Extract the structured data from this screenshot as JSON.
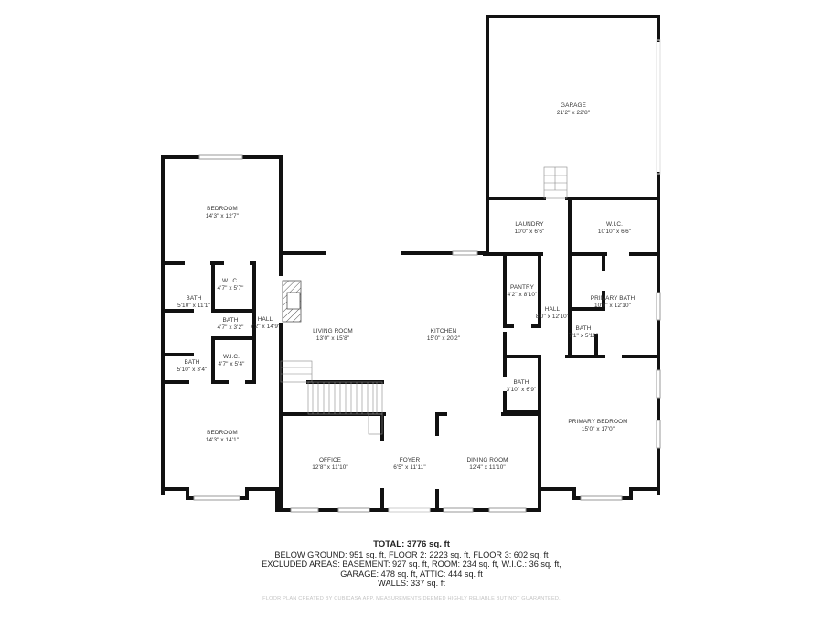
{
  "rooms": {
    "garage": {
      "name": "GARAGE",
      "dims": "21'2\" x 22'8\""
    },
    "laundry": {
      "name": "LAUNDRY",
      "dims": "10'0\" x 6'6\""
    },
    "wic_primary": {
      "name": "W.I.C.",
      "dims": "10'10\" x 6'6\""
    },
    "pantry": {
      "name": "PANTRY",
      "dims": "4'2\" x 8'10\""
    },
    "hall_east": {
      "name": "HALL",
      "dims": "8'0\" x 12'10\""
    },
    "primary_bath": {
      "name": "PRIMARY BATH",
      "dims": "10'0\" x 12'10\""
    },
    "bath_primary_small": {
      "name": "BATH",
      "dims": "7'1\" x 5'11\""
    },
    "bath_east": {
      "name": "BATH",
      "dims": "3'10\" x 6'9\""
    },
    "primary_bedroom": {
      "name": "PRIMARY BEDROOM",
      "dims": "15'0\" x 17'0\""
    },
    "living_room": {
      "name": "LIVING ROOM",
      "dims": "13'0\" x 15'8\""
    },
    "kitchen": {
      "name": "KITCHEN",
      "dims": "15'0\" x 20'2\""
    },
    "office": {
      "name": "OFFICE",
      "dims": "12'8\" x 11'10\""
    },
    "foyer": {
      "name": "FOYER",
      "dims": "6'5\" x 11'11\""
    },
    "dining_room": {
      "name": "DINING ROOM",
      "dims": "12'4\" x 11'10\""
    },
    "bedroom_north": {
      "name": "BEDROOM",
      "dims": "14'3\" x 12'7\""
    },
    "bedroom_south": {
      "name": "BEDROOM",
      "dims": "14'3\" x 14'1\""
    },
    "wic_north": {
      "name": "W.I.C.",
      "dims": "4'7\" x 5'7\""
    },
    "wic_south": {
      "name": "W.I.C.",
      "dims": "4'7\" x 5'4\""
    },
    "bath_west_large": {
      "name": "BATH",
      "dims": "5'10\" x 11'1\""
    },
    "bath_west_mid": {
      "name": "BATH",
      "dims": "4'7\" x 3'2\""
    },
    "bath_west_small": {
      "name": "BATH",
      "dims": "5'10\" x 3'4\""
    },
    "hall_west": {
      "name": "HALL",
      "dims": "7'2\" x 14'9\""
    }
  },
  "summary": {
    "total": "TOTAL: 3776 sq. ft",
    "line1": "BELOW GROUND: 951 sq. ft, FLOOR 2: 2223 sq. ft, FLOOR 3: 602 sq. ft",
    "line2": "EXCLUDED AREAS: BASEMENT: 927 sq. ft, ROOM: 234 sq. ft, W.I.C.: 36 sq. ft,",
    "line3": "GARAGE: 478 sq. ft, ATTIC: 444 sq. ft",
    "line4": "WALLS: 337 sq. ft"
  },
  "disclaimer": "FLOOR PLAN CREATED BY CUBICASA APP. MEASUREMENTS DEEMED HIGHLY RELIABLE BUT NOT GUARANTEED.",
  "colors": {
    "wall": "#111111",
    "text": "#333333",
    "window": "#bbbbbb",
    "disclaimer": "#c4c4c4"
  }
}
